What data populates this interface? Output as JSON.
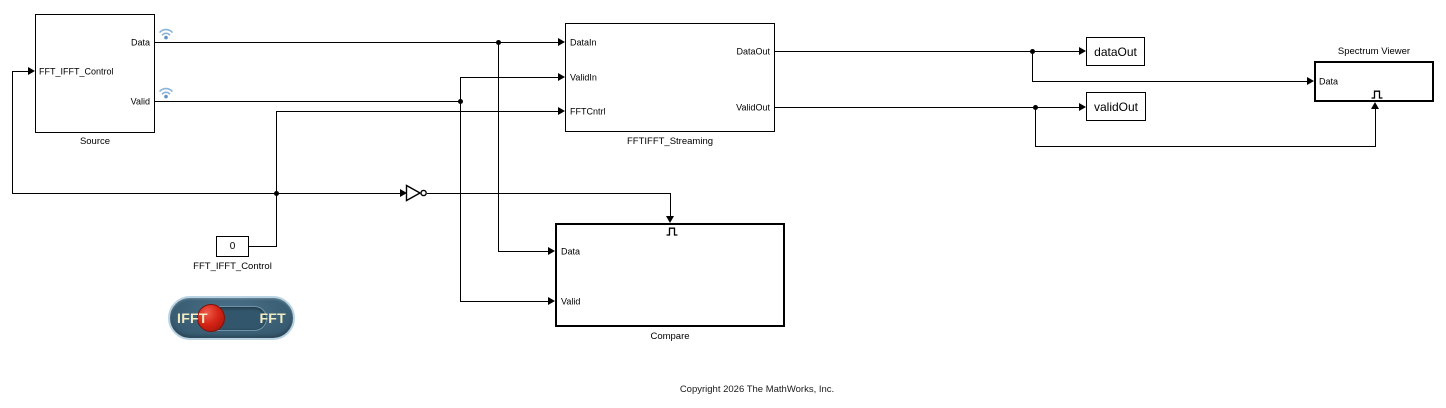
{
  "blocks": {
    "source": {
      "caption": "Source",
      "port_in": "FFT_IFFT_Control",
      "port_out_data": "Data",
      "port_out_valid": "Valid"
    },
    "fftifft": {
      "caption": "FFTIFFT_Streaming",
      "port_datain": "DataIn",
      "port_validin": "ValidIn",
      "port_fftcntrl": "FFTCntrl",
      "port_dataout": "DataOut",
      "port_validout": "ValidOut"
    },
    "dataout": {
      "label": "dataOut"
    },
    "validout": {
      "label": "validOut"
    },
    "spectrum": {
      "title": "Spectrum Viewer",
      "port_data": "Data"
    },
    "constant": {
      "value": "0",
      "caption": "FFT_IFFT_Control"
    },
    "compare": {
      "caption": "Compare",
      "port_data": "Data",
      "port_valid": "Valid"
    },
    "toggle": {
      "label_left": "IFFT",
      "label_right": "FFT"
    }
  },
  "annotations": {
    "copyright": "Copyright 2026 The MathWorks, Inc."
  },
  "colors": {
    "wire": "#000000",
    "block_fill": "#ffffff",
    "switch_body": "#3c6177",
    "switch_border": "#b9d3e2",
    "switch_text": "#f1ecc3",
    "switch_knob_red": "#d62617",
    "wireless_icon_blue": "#8bb3d8"
  }
}
